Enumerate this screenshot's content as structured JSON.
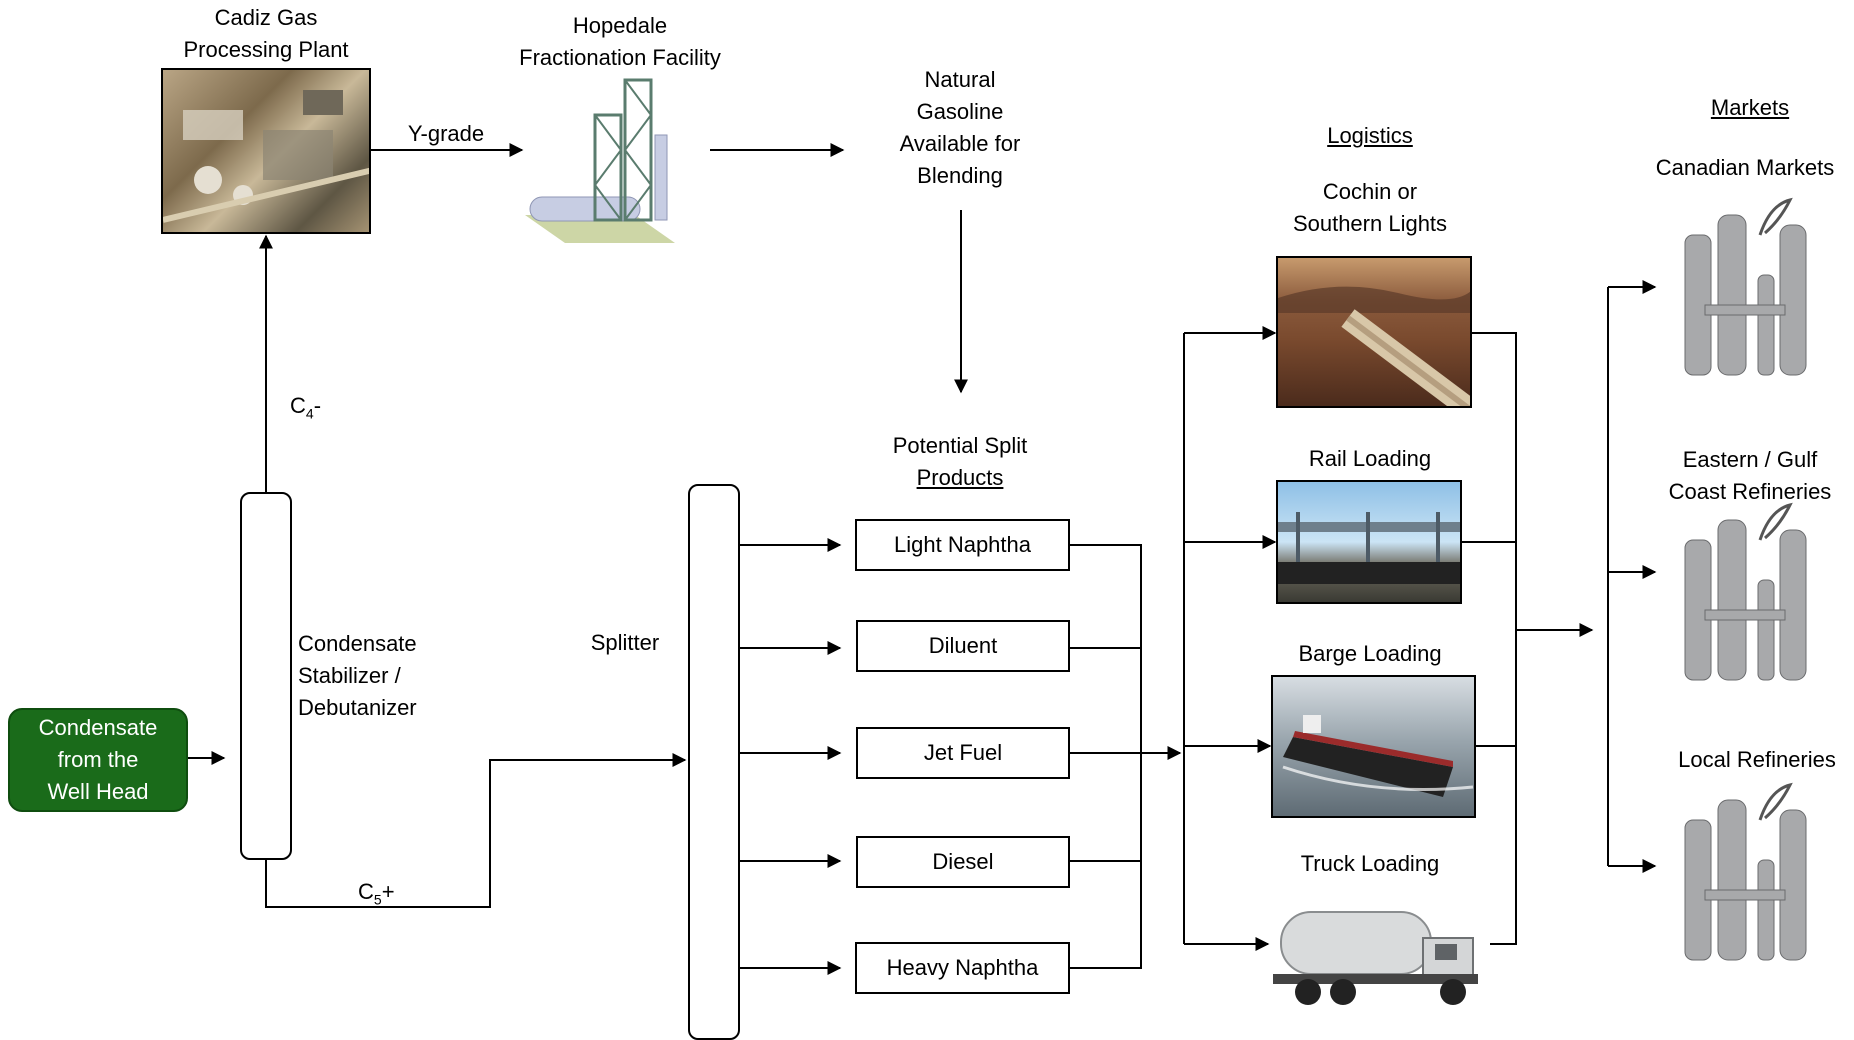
{
  "plant": {
    "title_line1": "Cadiz Gas",
    "title_line2": "Processing Plant"
  },
  "fractionation": {
    "title_line1": "Hopedale",
    "title_line2": "Fractionation Facility"
  },
  "ygrade_label": "Y-grade",
  "natural_gasoline": {
    "line1": "Natural",
    "line2": "Gasoline",
    "line3": "Available for",
    "line4": "Blending"
  },
  "c4_label": {
    "main": "C",
    "sub": "4",
    "suffix": "-"
  },
  "c5_label": {
    "main": "C",
    "sub": "5",
    "suffix": "+"
  },
  "source": {
    "line1": "Condensate",
    "line2": "from the",
    "line3": "Well Head"
  },
  "stabilizer": {
    "line1": "Condensate",
    "line2": "Stabilizer /",
    "line3": "Debutanizer"
  },
  "splitter_label": "Splitter",
  "products_heading": {
    "line1": "Potential Split",
    "line2": "Products"
  },
  "products": [
    "Light Naphtha",
    "Diluent",
    "Jet Fuel",
    "Diesel",
    "Heavy Naphtha"
  ],
  "logistics": {
    "heading": "Logistics",
    "pipeline_line1": "Cochin or",
    "pipeline_line2": "Southern Lights",
    "rail": "Rail Loading",
    "barge": "Barge Loading",
    "truck": "Truck Loading"
  },
  "markets": {
    "heading": "Markets",
    "canadian": "Canadian Markets",
    "eastern_line1": "Eastern / Gulf",
    "eastern_line2": "Coast Refineries",
    "local": "Local Refineries"
  },
  "colors": {
    "source_fill": "#1a6b1a",
    "line": "#000000"
  }
}
